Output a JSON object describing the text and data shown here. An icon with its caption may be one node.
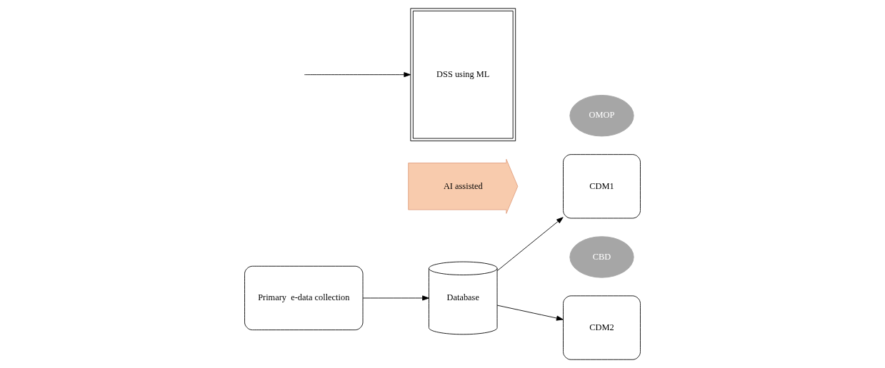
{
  "diagram": {
    "nodes": [
      {
        "text": [
          "Primary  e-data collection"
        ]
      },
      {
        "text": [
          "Database"
        ]
      },
      {
        "text": [
          "AI assisted"
        ]
      },
      {
        "text": [
          "OMOP"
        ]
      },
      {
        "text": [
          "CDM1"
        ]
      },
      {
        "text": [
          "CBD"
        ]
      },
      {
        "text": [
          "CDM2"
        ]
      },
      {
        "text": [
          "DSS using ML"
        ]
      }
    ],
    "edges": [
      {
        "from": 0,
        "to": 1,
        "arrow": "to"
      },
      {
        "from": 1,
        "to": 4,
        "arrow": "to"
      },
      {
        "from": 1,
        "to": 6,
        "arrow": "to"
      },
      {
        "from": null,
        "to": 7,
        "arrow": "to"
      }
    ]
  }
}
